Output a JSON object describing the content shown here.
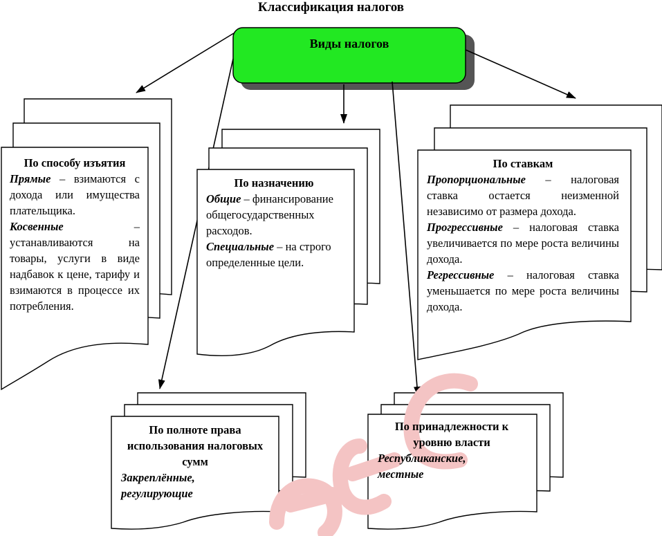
{
  "title": "Классификация налогов",
  "root": {
    "label": "Виды налогов",
    "fill_color": "#22e822",
    "shadow_color": "#555555"
  },
  "boxes": {
    "method": {
      "heading": "По способу изъятия",
      "item1_term": "Прямые",
      "item1_text": " – взимаются с дохода или имущества плательщика.",
      "item2_term": "Косвенные",
      "item2_text": " – устанавливаются на товары, услуги в виде надбавок к цене, тарифу и взимаются в процессе их потребления."
    },
    "purpose": {
      "heading": "По назначению",
      "item1_term": "Общие",
      "item1_text": " – финансирование общегосударственных расходов.",
      "item2_term": "Специальные",
      "item2_text": " – на строго определенные цели."
    },
    "rates": {
      "heading": "По ставкам",
      "item1_term": "Пропорциональные",
      "item1_text": " – налоговая ставка остается неизменной независимо от размера дохода.",
      "item2_term": "Прогрессивные",
      "item2_text": " – налоговая ставка увеличивается по мере роста величины дохода.",
      "item3_term": "Регрессивные",
      "item3_text": " – налоговая ставка уменьшается по мере роста величины дохода."
    },
    "rights": {
      "heading": "По полноте права использования налоговых сумм",
      "items": "Закреплённые, регулирующие"
    },
    "authority": {
      "heading": "По принадлежности к уровню власти",
      "items": "Республиканские, местные"
    }
  },
  "watermark_color": "#f4c4c4"
}
